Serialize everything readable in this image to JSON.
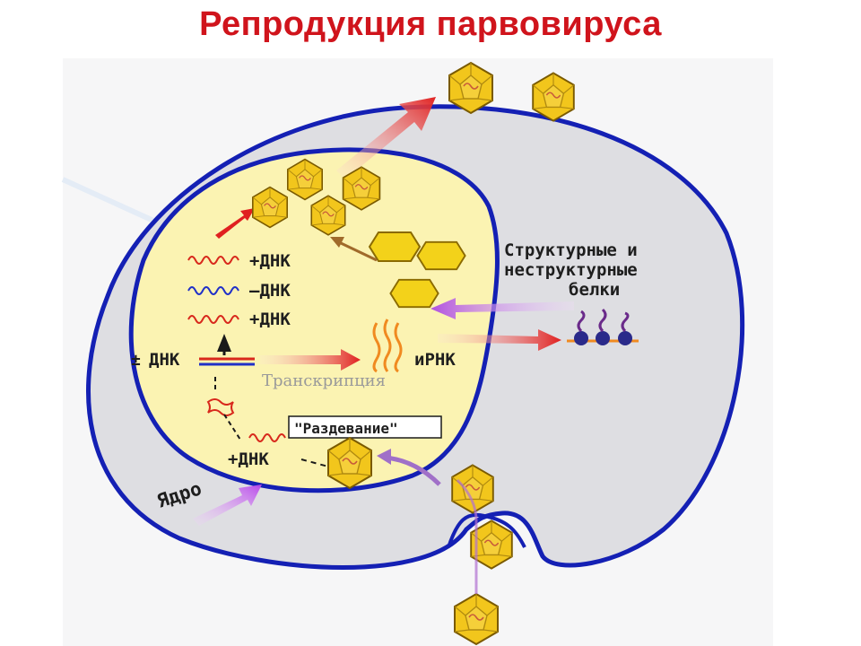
{
  "title": "Репродукция парвовируса",
  "labels": {
    "structural_proteins_line1": "Структурные и",
    "structural_proteins_line2": "неструктурные",
    "structural_proteins_line3": "белки",
    "dna_plus_1": "+ДНК",
    "dna_minus": "–ДНК",
    "dna_plus_2": "+ДНК",
    "dna_plus_minus": "ДНК",
    "dna_plus_minus_sign": "±",
    "mrna": "иРНК",
    "transcription": "Транскрипция",
    "uncoating": "\"Раздевание\"",
    "dna_plus_bottom": "+ДНК",
    "nucleus": "Ядро"
  },
  "colors": {
    "title": "#d0141c",
    "membrane": "#1420b4",
    "cytoplasm": "#dedee2",
    "nucleus": "#fbf3b2",
    "capsid": "#f2c61c",
    "arrow_red": "#e02020",
    "arrow_purple": "#b050e0",
    "arrow_brown": "#a06a2a"
  }
}
